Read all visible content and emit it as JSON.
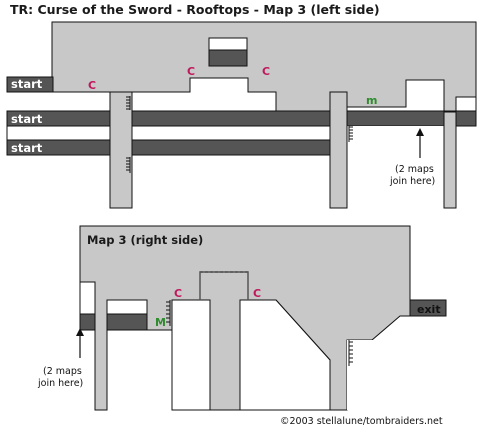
{
  "title": "TR: Curse of the Sword - Rooftops - Map 3 (left side)",
  "section_title": "Map 3 (right side)",
  "labels": {
    "start": "start",
    "exit": "exit",
    "c": "C",
    "m_small": "m",
    "m_big": "M"
  },
  "join_note_line1": "(2 maps",
  "join_note_line2": "join here)",
  "copyright": "©2003 stellalune/tombraiders.net",
  "colors": {
    "area": "#c8c8c8",
    "walkway": "#555555",
    "wall": "#111111",
    "marker_c": "#c0185c",
    "marker_m": "#2e8b2e"
  }
}
